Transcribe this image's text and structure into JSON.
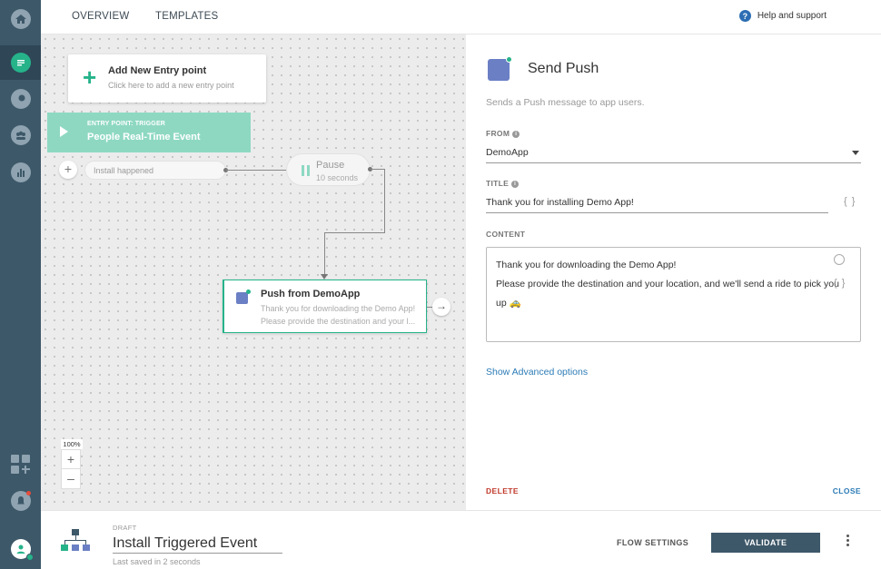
{
  "top_nav": {
    "tabs": [
      {
        "label": "OVERVIEW"
      },
      {
        "label": "TEMPLATES"
      }
    ],
    "help_label": "Help and support"
  },
  "rail": {
    "items": [
      {
        "icon": "home-icon"
      },
      {
        "icon": "messages-icon",
        "active": true
      },
      {
        "icon": "search-icon"
      },
      {
        "icon": "users-icon"
      },
      {
        "icon": "analytics-icon"
      },
      {
        "icon": "add-app-icon"
      },
      {
        "icon": "notifications-icon"
      },
      {
        "icon": "profile-icon"
      }
    ]
  },
  "canvas": {
    "add_entry": {
      "title": "Add New Entry point",
      "subtitle": "Click here to add a new entry point"
    },
    "trigger": {
      "kicker": "ENTRY POINT: TRIGGER",
      "title": "People Real-Time Event"
    },
    "install_pill": "Install happened",
    "pause": {
      "title": "Pause",
      "duration": "10 seconds"
    },
    "push_node": {
      "title": "Push from DemoApp",
      "line1": "Thank you for downloading the Demo App!",
      "line2": "Please provide the destination and your l..."
    },
    "zoom_level": "100%"
  },
  "panel": {
    "title": "Send Push",
    "description": "Sends a Push message to app users.",
    "from_label": "FROM",
    "from_value": "DemoApp",
    "title_label": "TITLE",
    "title_value": "Thank you for installing Demo App!",
    "content_label": "CONTENT",
    "content_line1": "Thank you for downloading the Demo App!",
    "content_line2": "Please provide the destination and your location, and we'll send a ride to pick you",
    "content_line3": "up 🚕",
    "braces": "{ }",
    "advanced_link": "Show Advanced options",
    "delete_label": "DELETE",
    "close_label": "CLOSE"
  },
  "footer": {
    "status": "DRAFT",
    "flow_name": "Install Triggered Event",
    "saved": "Last saved in 2 seconds",
    "flow_settings": "FLOW SETTINGS",
    "validate": "VALIDATE"
  },
  "colors": {
    "accent": "#26b38a",
    "rail": "#3d5869",
    "link": "#2c7bb6",
    "danger": "#c0392b"
  }
}
